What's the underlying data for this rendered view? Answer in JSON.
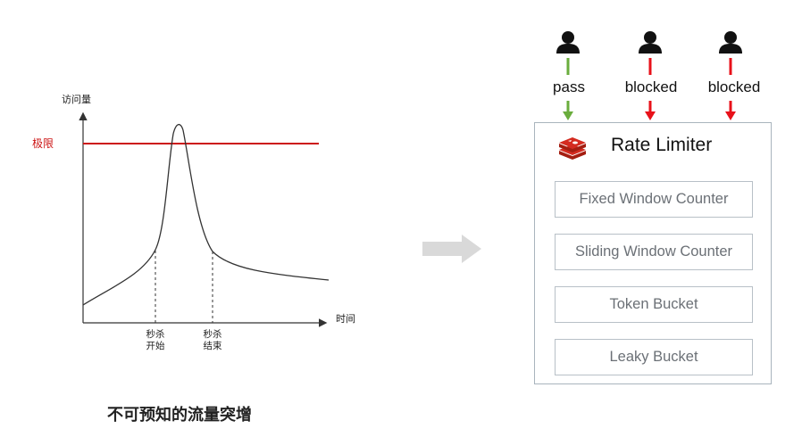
{
  "chart": {
    "y_axis_label": "访问量",
    "x_axis_label": "时间",
    "limit_label": "极限",
    "marker_start": [
      "秒杀",
      "开始"
    ],
    "marker_end": [
      "秒杀",
      "结束"
    ],
    "caption": "不可预知的流量突增"
  },
  "limiter": {
    "title": "Rate Limiter",
    "algorithms": [
      "Fixed Window Counter",
      "Sliding Window Counter",
      "Token Bucket",
      "Leaky Bucket"
    ]
  },
  "requests": [
    {
      "label": "pass",
      "status_color": "#6aad3d"
    },
    {
      "label": "blocked",
      "status_color": "#e8111a"
    },
    {
      "label": "blocked",
      "status_color": "#e8111a"
    }
  ],
  "colors": {
    "limit_line": "#cc1414",
    "pass": "#6aad3d",
    "blocked": "#e8111a",
    "redis_logo": "#d42b20",
    "flow_arrow": "#d9d9d9"
  }
}
